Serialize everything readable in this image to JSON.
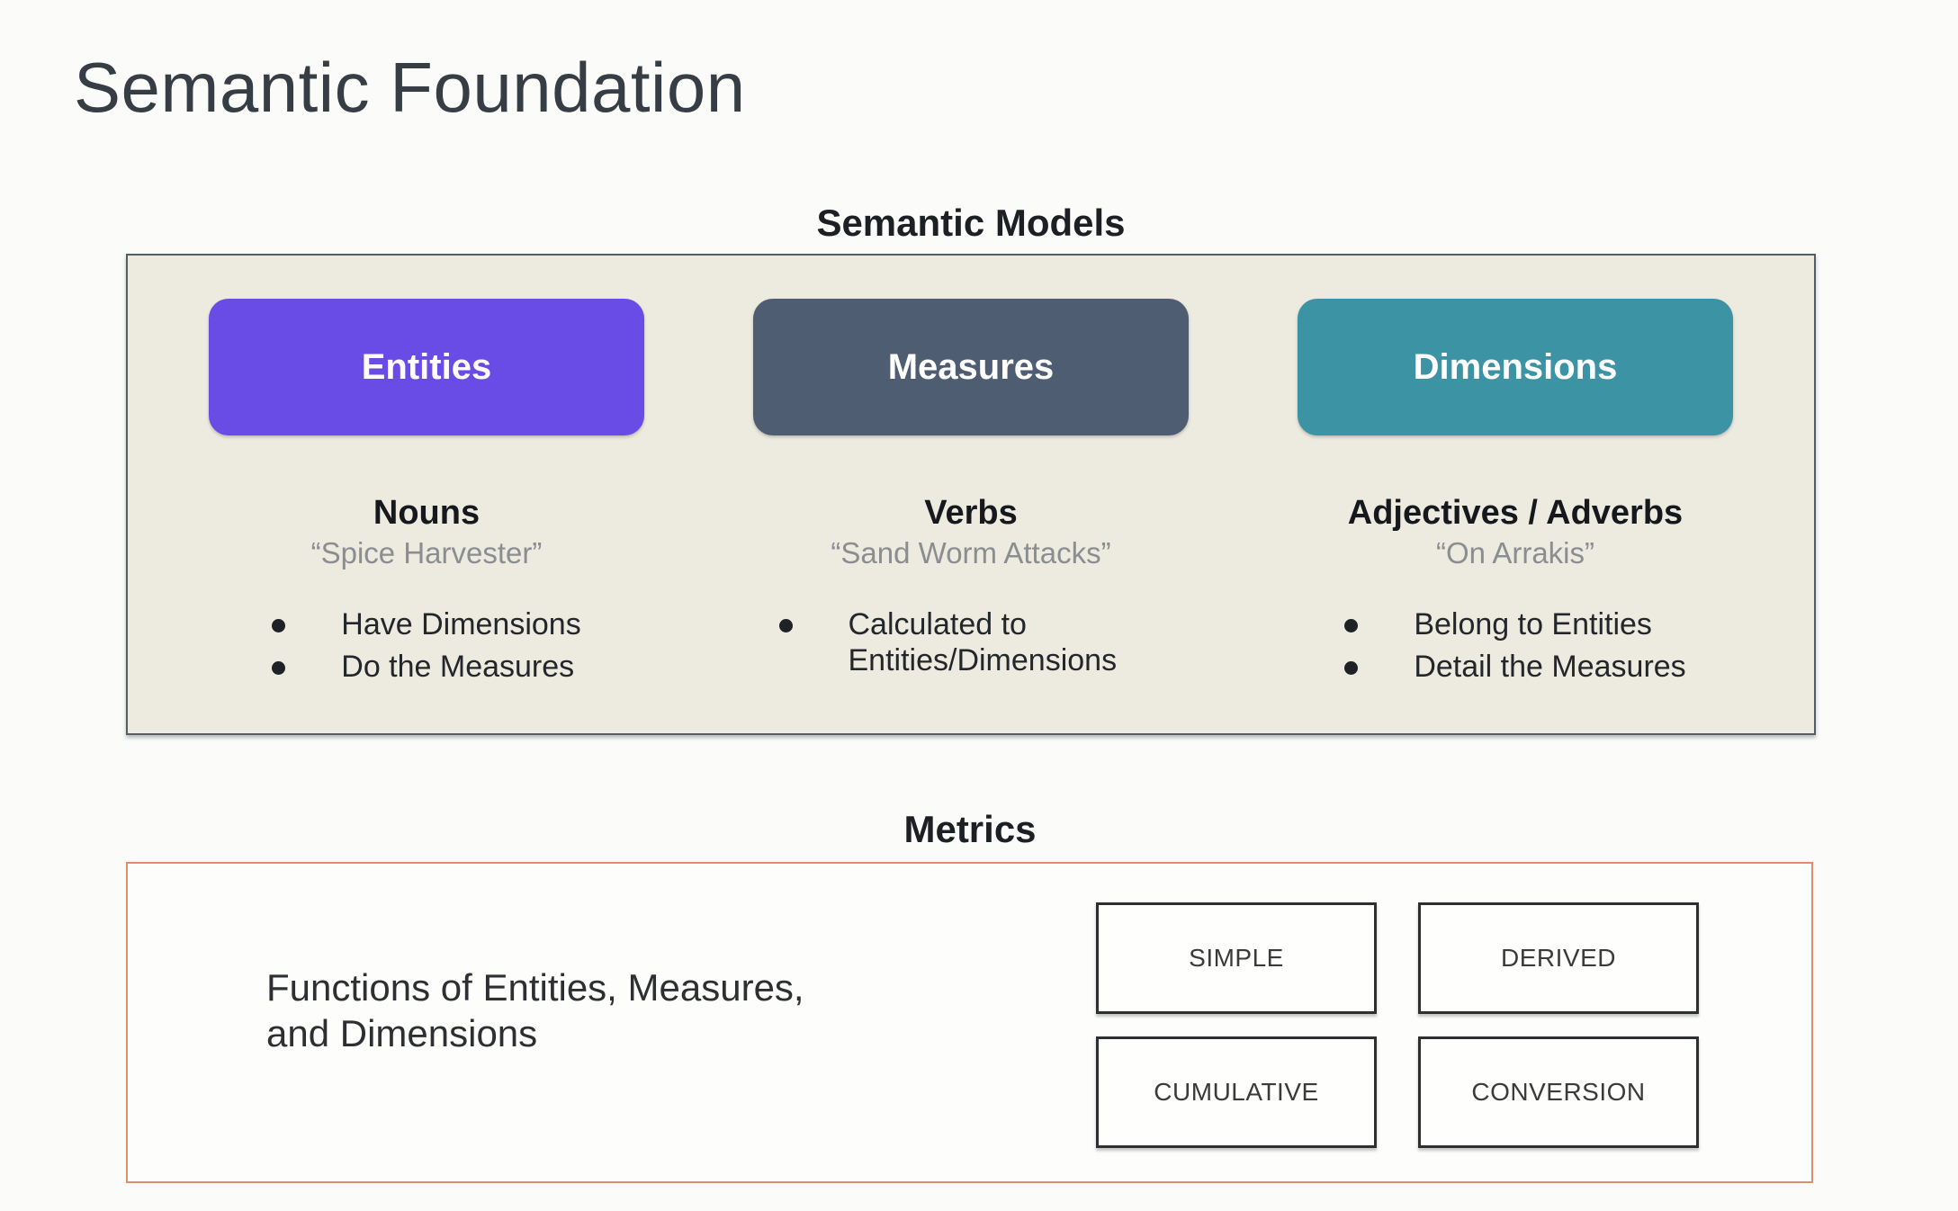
{
  "window": {
    "frame_left_color": "#9097a8",
    "frame_top_color": "#e2e5ee"
  },
  "slide": {
    "title": "Semantic Foundation",
    "background_color": "#fbfcfa"
  },
  "semantic_models": {
    "heading": "Semantic Models",
    "panel_background": "#edebe0",
    "panel_border_color": "#555d69",
    "columns": [
      {
        "button_label": "Entities",
        "button_color": "#694be6",
        "word_class": "Nouns",
        "example_quote": "“Spice Harvester”",
        "bullets": [
          "Have Dimensions",
          "Do the Measures"
        ]
      },
      {
        "button_label": "Measures",
        "button_color": "#4f5d73",
        "word_class": "Verbs",
        "example_quote": "“Sand Worm Attacks”",
        "bullets": [
          "Calculated to Entities/Dimensions"
        ]
      },
      {
        "button_label": "Dimensions",
        "button_color": "#3b93a3",
        "word_class": "Adjectives / Adverbs",
        "example_quote": "“On Arrakis”",
        "bullets": [
          "Belong to Entities",
          "Detail the Measures"
        ]
      }
    ]
  },
  "metrics": {
    "heading": "Metrics",
    "panel_border_color": "#e08d6f",
    "description": "Functions of Entities, Measures,\nand Dimensions",
    "types": [
      "SIMPLE",
      "DERIVED",
      "CUMULATIVE",
      "CONVERSION"
    ]
  }
}
